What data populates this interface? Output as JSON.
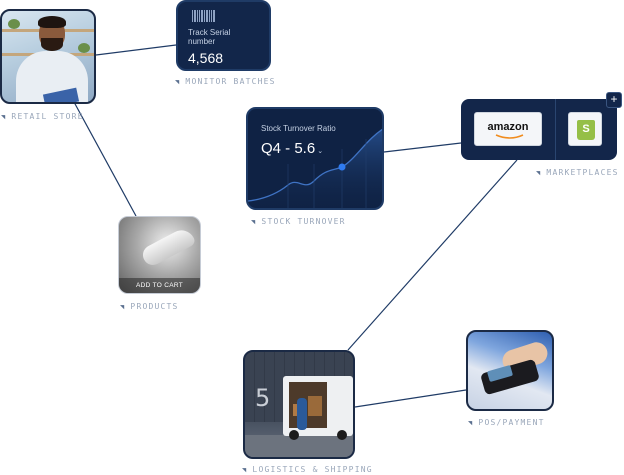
{
  "captions": {
    "retail": "RETAIL STORE",
    "monitor": "MONITOR BATCHES",
    "stock": "STOCK TURNOVER",
    "marketplaces": "MARKETPLACES",
    "products": "PRODUCTS",
    "pos": "POS/PAYMENT",
    "logistics": "LOGISTICS & SHIPPING"
  },
  "serial_card": {
    "label": "Track Serial number",
    "value": "4,568"
  },
  "stock_card": {
    "label": "Stock Turnover Ratio",
    "value": "Q4 - 5.6",
    "caret": "⌄"
  },
  "marketplaces": {
    "amazon": "amazon",
    "shopify_letter": "S",
    "add": "+"
  },
  "products_card": {
    "cta": "ADD TO CART"
  },
  "logistics_card": {
    "bay_number": "5"
  },
  "colors": {
    "navy": "#13264a",
    "line": "#1f3b66",
    "caption": "#9aa7ba",
    "accent": "#2f7bf0"
  }
}
